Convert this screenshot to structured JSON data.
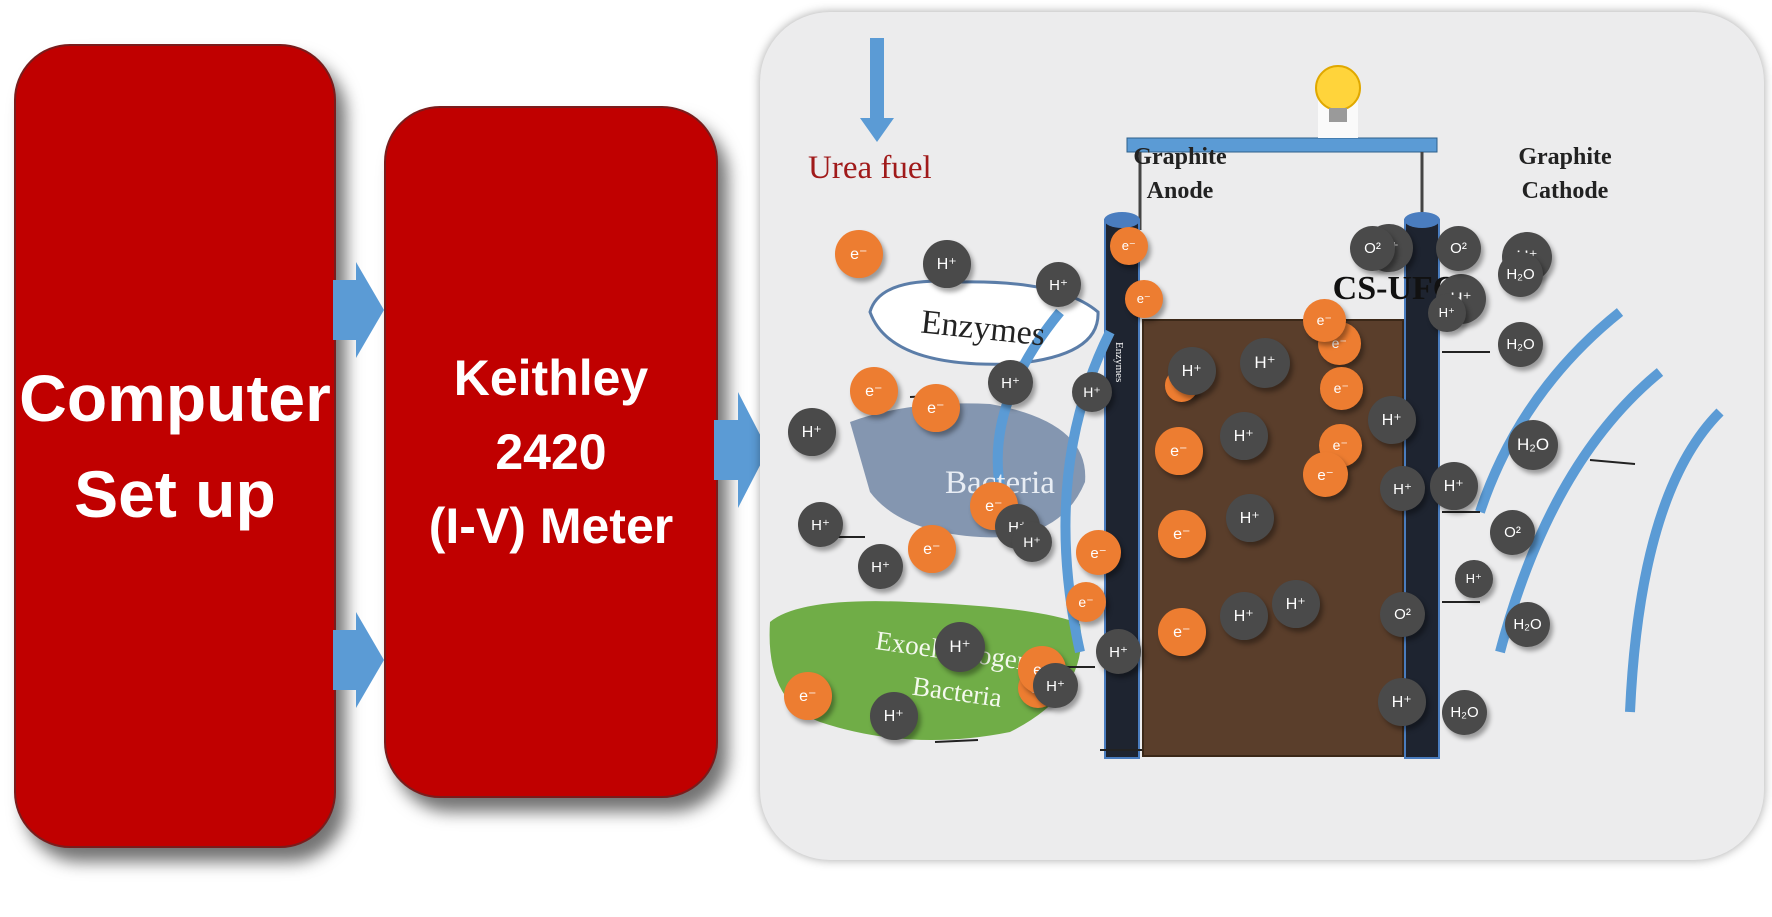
{
  "blocks": {
    "computer": {
      "line1": "Computer",
      "line2": "Set up"
    },
    "keithley": {
      "line1": "Keithley",
      "line2": "2420",
      "line3": "(I-V) Meter"
    }
  },
  "diagram": {
    "urea_label": "Urea fuel",
    "anode_line1": "Graphite",
    "anode_line2": "Anode",
    "cathode_line1": "Graphite",
    "cathode_line2": "Cathode",
    "cell_label": "CS-UFC",
    "enzymes_label": "Enzymes",
    "bacteria_label": "Bacteria",
    "exo_line1": "Exoelectrogenic",
    "exo_line2": "Bacteria",
    "electrode_text": "Enzymes",
    "particle_labels": {
      "electron": "e⁻",
      "proton": "H⁺",
      "oxygen": "O²",
      "water": "H₂O"
    }
  },
  "colors": {
    "block_red": "#c00000",
    "arrow_blue": "#5b9bd5",
    "electron_orange": "#ed7d31",
    "ion_gray": "#4a4a4a",
    "bacteria_blue": "#8496b0",
    "exo_green": "#70ad47"
  }
}
